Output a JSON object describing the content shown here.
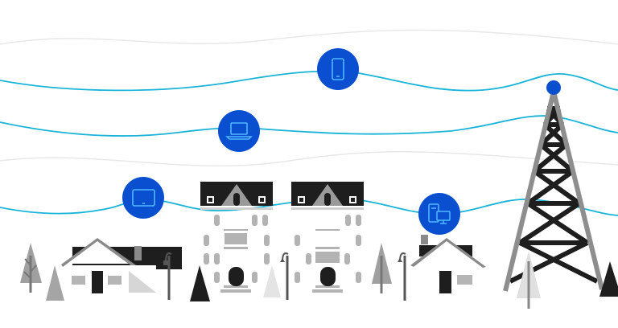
{
  "illustration": {
    "colors": {
      "wave": "#18b4d8",
      "wave_faint": "#e6e6e6",
      "device_circle": "#0a4fcf",
      "device_icon": "#4fb8ff",
      "dark": "#1e1e1e",
      "mid_gray": "#9a9a9a",
      "light_gray": "#c8c8c8",
      "pale_gray": "#e2e2e2"
    },
    "devices": [
      {
        "icon": "smartphone-icon"
      },
      {
        "icon": "laptop-icon"
      },
      {
        "icon": "tablet-icon"
      },
      {
        "icon": "phone-and-desktop-icon"
      }
    ],
    "landmarks": [
      "cell-tower",
      "house",
      "townhouse",
      "townhouse",
      "house",
      "street-lamp",
      "tree"
    ]
  }
}
